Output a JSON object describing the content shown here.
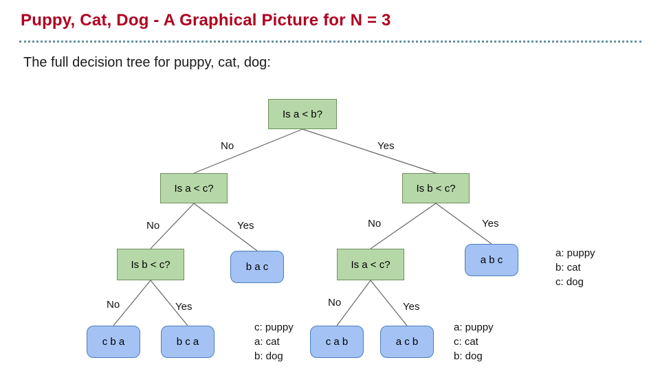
{
  "slide": {
    "title": "Puppy, Cat, Dog - A Graphical Picture for N = 3",
    "subtitle": "The full decision tree for puppy, cat, dog:"
  },
  "tree": {
    "nodes": [
      {
        "label": "Is a < b?",
        "type": "decision"
      },
      {
        "label": "Is a < c?",
        "type": "decision"
      },
      {
        "label": "Is b < c?",
        "type": "decision"
      },
      {
        "label": "Is b < c?",
        "type": "decision"
      },
      {
        "label": "b a c",
        "type": "leaf"
      },
      {
        "label": "Is a < c?",
        "type": "decision"
      },
      {
        "label": "a b c",
        "type": "leaf"
      },
      {
        "label": "c b a",
        "type": "leaf"
      },
      {
        "label": "b c a",
        "type": "leaf"
      },
      {
        "label": "c a b",
        "type": "leaf"
      },
      {
        "label": "a c b",
        "type": "leaf"
      }
    ],
    "edge_labels": [
      "No",
      "Yes",
      "No",
      "Yes",
      "No",
      "Yes",
      "No",
      "Yes",
      "No",
      "Yes"
    ]
  },
  "legends": [
    {
      "lines": [
        "a: puppy",
        "b: cat",
        "c: dog"
      ]
    },
    {
      "lines": [
        "c: puppy",
        "a: cat",
        "b: dog"
      ]
    },
    {
      "lines": [
        "a: puppy",
        "c: cat",
        "b: dog"
      ]
    }
  ],
  "colors": {
    "title": "#b00020",
    "decision_fill": "#b6d7a8",
    "decision_border": "#6d8f5a",
    "leaf_fill": "#a4c2f4",
    "leaf_border": "#4a7ebb",
    "divider": "#5f93a0",
    "connector": "#666666"
  }
}
